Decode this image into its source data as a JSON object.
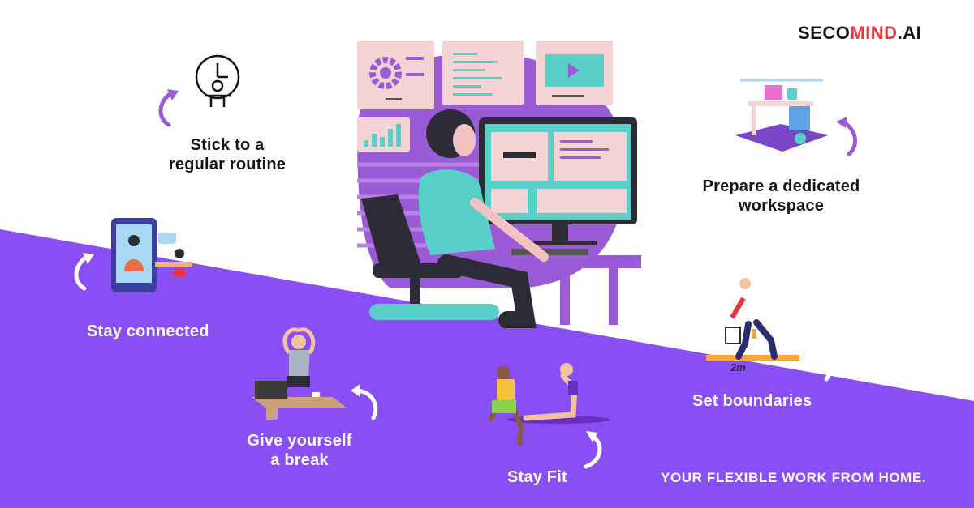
{
  "brand": {
    "part1": "SECO",
    "part2": "MIND",
    "part3": ".AI"
  },
  "tips": [
    {
      "label_line1": "Stick to a",
      "label_line2": "regular routine",
      "icon": "clock-person-icon"
    },
    {
      "label_line1": "Prepare a dedicated",
      "label_line2": "workspace",
      "icon": "desk-workspace-icon"
    },
    {
      "label_line1": "Stay connected",
      "icon": "video-call-icon"
    },
    {
      "label_line1": "Give yourself",
      "label_line2": "a break",
      "icon": "stretching-person-icon"
    },
    {
      "label_line1": "Stay Fit",
      "icon": "exercise-icon"
    },
    {
      "label_line1": "Set boundaries",
      "icon": "paint-line-icon"
    }
  ],
  "boundary_marker": "2m",
  "tagline": "YOUR FLEXIBLE WORK FROM HOME.",
  "colors": {
    "purple": "#8a4ef5",
    "violet": "#9c5bd6",
    "accent_red": "#e8343a",
    "teal": "#58cfc9",
    "pink": "#f3d3d3"
  }
}
